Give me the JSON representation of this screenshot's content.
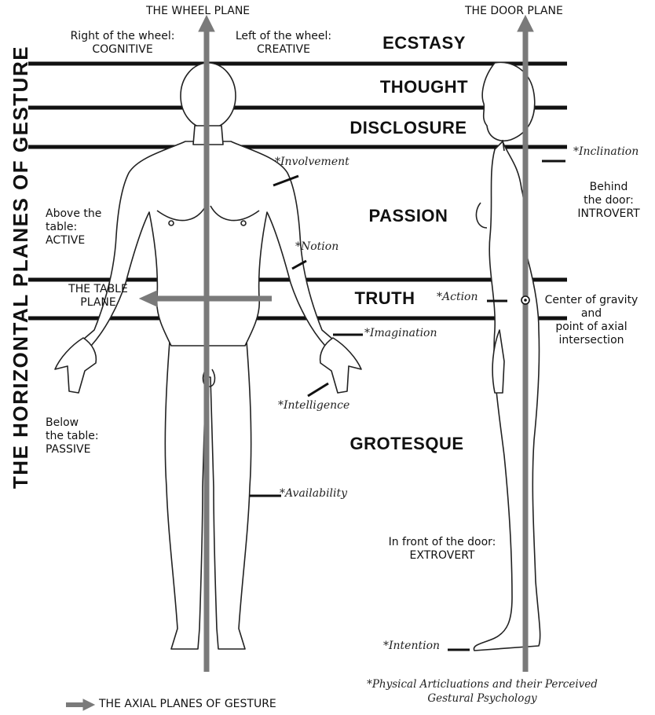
{
  "title_vertical": "THE HORIZONTAL PLANES OF GESTURE",
  "axes": {
    "wheel_plane": "THE WHEEL PLANE",
    "door_plane": "THE DOOR PLANE",
    "table_plane_line1": "THE TABLE",
    "table_plane_line2": "PLANE"
  },
  "side_labels": {
    "right_of_wheel_l1": "Right of the wheel:",
    "right_of_wheel_l2": "COGNITIVE",
    "left_of_wheel_l1": "Left of the wheel:",
    "left_of_wheel_l2": "CREATIVE",
    "above_table_l1": "Above the",
    "above_table_l2": "table:",
    "above_table_l3": "ACTIVE",
    "below_table_l1": "Below",
    "below_table_l2": "the table:",
    "below_table_l3": "PASSIVE",
    "behind_door_l1": "Behind",
    "behind_door_l2": "the door:",
    "behind_door_l3": "INTROVERT",
    "front_door_l1": "In front of the door:",
    "front_door_l2": "EXTROVERT",
    "center_l1": "Center of gravity",
    "center_l2": "and",
    "center_l3": "point of axial",
    "center_l4": "intersection"
  },
  "zones": [
    "ECSTASY",
    "THOUGHT",
    "DISCLOSURE",
    "PASSION",
    "TRUTH",
    "GROTESQUE"
  ],
  "articulations": {
    "involvement": "Involvement",
    "notion": "Notion",
    "imagination": "Imagination",
    "intelligence": "Intelligence",
    "availability": "Availability",
    "inclination": "Inclination",
    "action": "Action",
    "intention": "Intention"
  },
  "asterisk": "*",
  "footnote_l1": "Physical Articluations and their Perceived",
  "footnote_l2": "Gestural Psychology",
  "legend": "THE AXIAL PLANES OF GESTURE",
  "colors": {
    "ink": "#111111",
    "axis_gray": "#7a7a7a",
    "figure_fill": "#ffffff"
  }
}
